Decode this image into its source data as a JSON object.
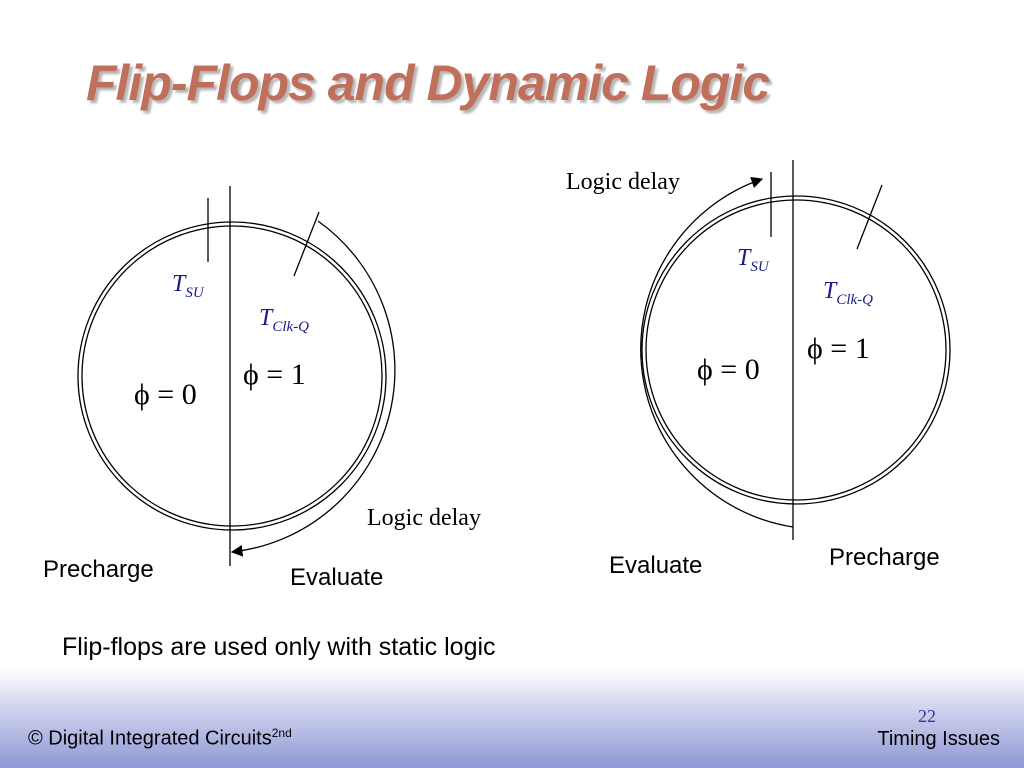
{
  "title": "Flip-Flops and Dynamic Logic",
  "diagram_left": {
    "t_su": {
      "symbol": "T",
      "subscript": "SU"
    },
    "t_clkq": {
      "symbol": "T",
      "subscript": "Clk-Q"
    },
    "phi0": "ϕ = 0",
    "phi1": "ϕ = 1",
    "logic_delay": "Logic delay",
    "precharge": "Precharge",
    "evaluate": "Evaluate"
  },
  "diagram_right": {
    "t_su": {
      "symbol": "T",
      "subscript": "SU"
    },
    "t_clkq": {
      "symbol": "T",
      "subscript": "Clk-Q"
    },
    "phi0": "ϕ = 0",
    "phi1": "ϕ = 1",
    "logic_delay": "Logic delay",
    "evaluate": "Evaluate",
    "precharge": "Precharge"
  },
  "caption": "Flip-flops are used only with static logic",
  "footer": {
    "copyright": "© Digital Integrated Circuits",
    "edition": "2nd",
    "page_number": "22",
    "section": "Timing Issues"
  },
  "colors": {
    "title": "#c0705a",
    "label_blue": "#1a1a8c",
    "page_number": "#3333aa",
    "footer_gradient_end": "#8f97d4"
  }
}
